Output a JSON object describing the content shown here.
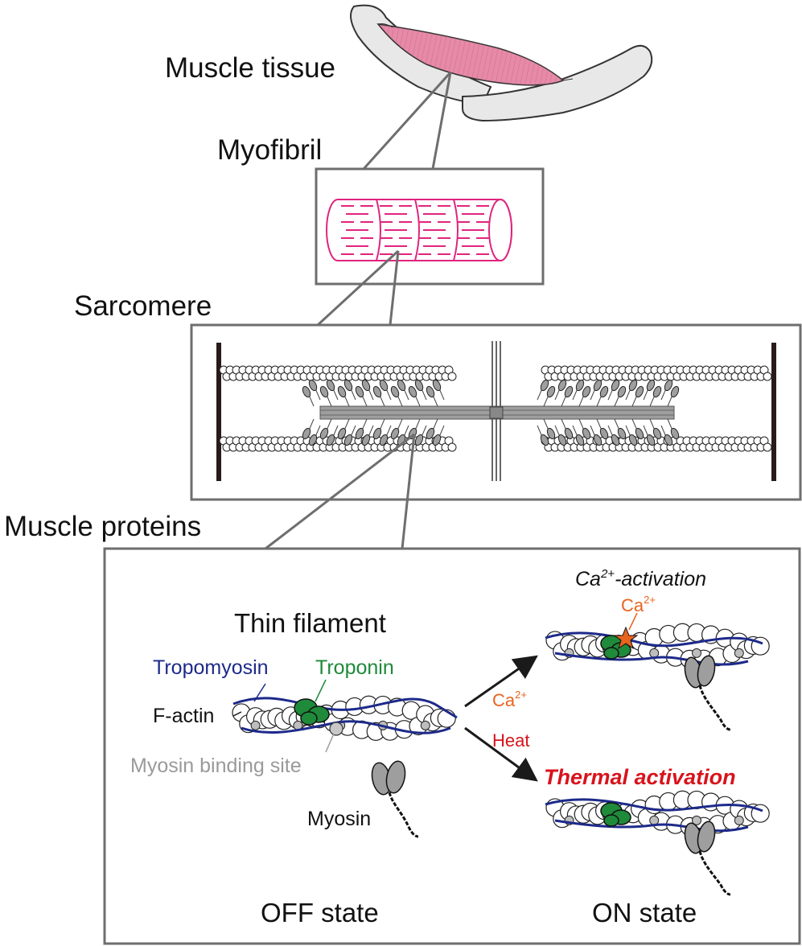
{
  "labels": {
    "muscle_tissue": "Muscle tissue",
    "myofibril": "Myofibril",
    "sarcomere": "Sarcomere",
    "muscle_proteins": "Muscle proteins",
    "thin_filament": "Thin filament",
    "tropomyosin": "Tropomyosin",
    "troponin": "Troponin",
    "f_actin": "F-actin",
    "myosin_binding_site": "Myosin binding site",
    "myosin": "Myosin",
    "ca_arrow": "Ca",
    "ca_arrow_sup": "2+",
    "heat_arrow": "Heat",
    "ca_activation_base": "Ca",
    "ca_activation_sup": "2+",
    "ca_activation_rest": "-activation",
    "ca_ion": "Ca",
    "ca_ion_sup": "2+",
    "thermal_activation": "Thermal activation",
    "off_state": "OFF state",
    "on_state": "ON state"
  },
  "colors": {
    "muscle_pink": "#e68aa8",
    "myofibril_magenta": "#e0257e",
    "tropomyosin_blue": "#1d2a8a",
    "troponin_green": "#1e8a3a",
    "calcium_orange": "#e8641e",
    "thermal_red": "#d8131c",
    "binding_site_gray": "#9a9a9a",
    "frame_gray": "#6e6e6e"
  }
}
